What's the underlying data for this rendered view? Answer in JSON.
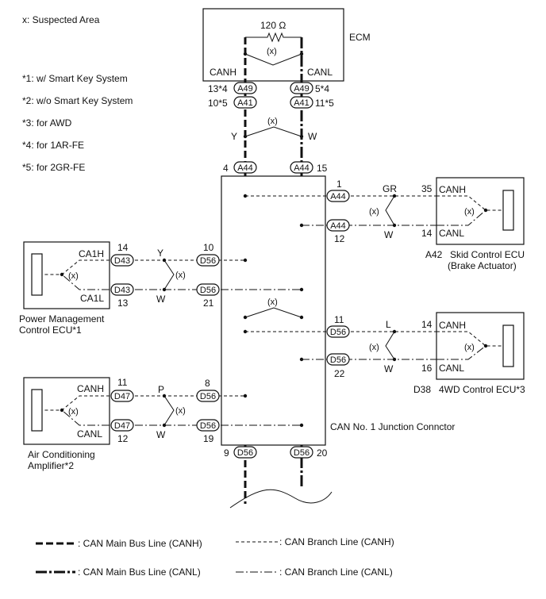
{
  "notes": {
    "suspected": "x: Suspected Area",
    "n1": "*1: w/ Smart Key System",
    "n2": "*2: w/o Smart Key System",
    "n3": "*3: for AWD",
    "n4": "*4: for 1AR-FE",
    "n5": "*5: for 2GR-FE"
  },
  "ecm": {
    "label": "ECM",
    "resistor": "120 Ω",
    "x_mark": "(x)",
    "canh": "CANH",
    "canl": "CANL"
  },
  "connectors": {
    "a49": "A49",
    "a41": "A41",
    "a44": "A44",
    "d43": "D43",
    "d56": "D56",
    "d47": "D47"
  },
  "pins": {
    "a49_h": "13*4",
    "a49_l": "5*4",
    "a41_h": "10*5",
    "a41_l": "11*5",
    "a44_h": "4",
    "a44_l": "15",
    "a44_b_h": "1",
    "a44_b_l": "12",
    "d56_pm_h": "10",
    "d56_pm_l": "21",
    "d56_4wd_h": "11",
    "d56_4wd_l": "22",
    "d56_ac_h": "8",
    "d56_ac_l": "19",
    "d56_bot_h": "9",
    "d56_bot_l": "20",
    "skid_h": "35",
    "skid_l": "14",
    "d43_h": "14",
    "d43_l": "13",
    "ecu4wd_h": "14",
    "ecu4wd_l": "16",
    "d47_h": "11",
    "d47_l": "12"
  },
  "wire_colors": {
    "ecm_h": "Y",
    "ecm_l": "W",
    "skid_h": "GR",
    "skid_l": "W",
    "pm_h": "Y",
    "pm_l": "W",
    "ecu4wd_h": "L",
    "ecu4wd_l": "W",
    "ac_h": "P",
    "ac_l": "W"
  },
  "x_mark": "(x)",
  "skid": {
    "code": "A42",
    "name": "Skid Control ECU",
    "sub": "(Brake Actuator)",
    "canh": "CANH",
    "canl": "CANL"
  },
  "pm": {
    "name1": "Power Management",
    "name2": "Control ECU*1",
    "canh": "CA1H",
    "canl": "CA1L"
  },
  "ecu4wd": {
    "code": "D38",
    "name": "4WD Control ECU*3",
    "canh": "CANH",
    "canl": "CANL"
  },
  "ac": {
    "name1": "Air Conditioning",
    "name2": "Amplifier*2",
    "canh": "CANH",
    "canl": "CANL"
  },
  "junction_label": "CAN No. 1 Junction Connctor",
  "legend": {
    "main_h": ": CAN Main Bus Line (CANH)",
    "main_l": ": CAN Main Bus Line (CANL)",
    "branch_h": ": CAN Branch Line (CANH)",
    "branch_l": ": CAN Branch Line (CANL)"
  }
}
